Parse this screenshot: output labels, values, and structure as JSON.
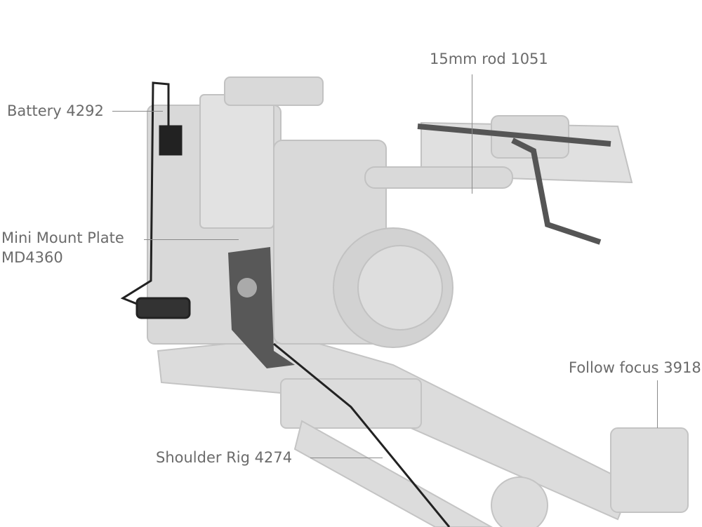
{
  "callouts": {
    "rod": "15mm rod 1051",
    "battery": "Battery 4292",
    "mount_line1": "Mini Mount Plate",
    "mount_line2": "MD4360",
    "follow_focus": "Follow focus 3918",
    "shoulder_rig": "Shoulder Rig 4274"
  },
  "colors": {
    "label": "#6b6b6b",
    "ghost_part": "#d6d6d6",
    "highlight_part": "#4a4a4a"
  }
}
